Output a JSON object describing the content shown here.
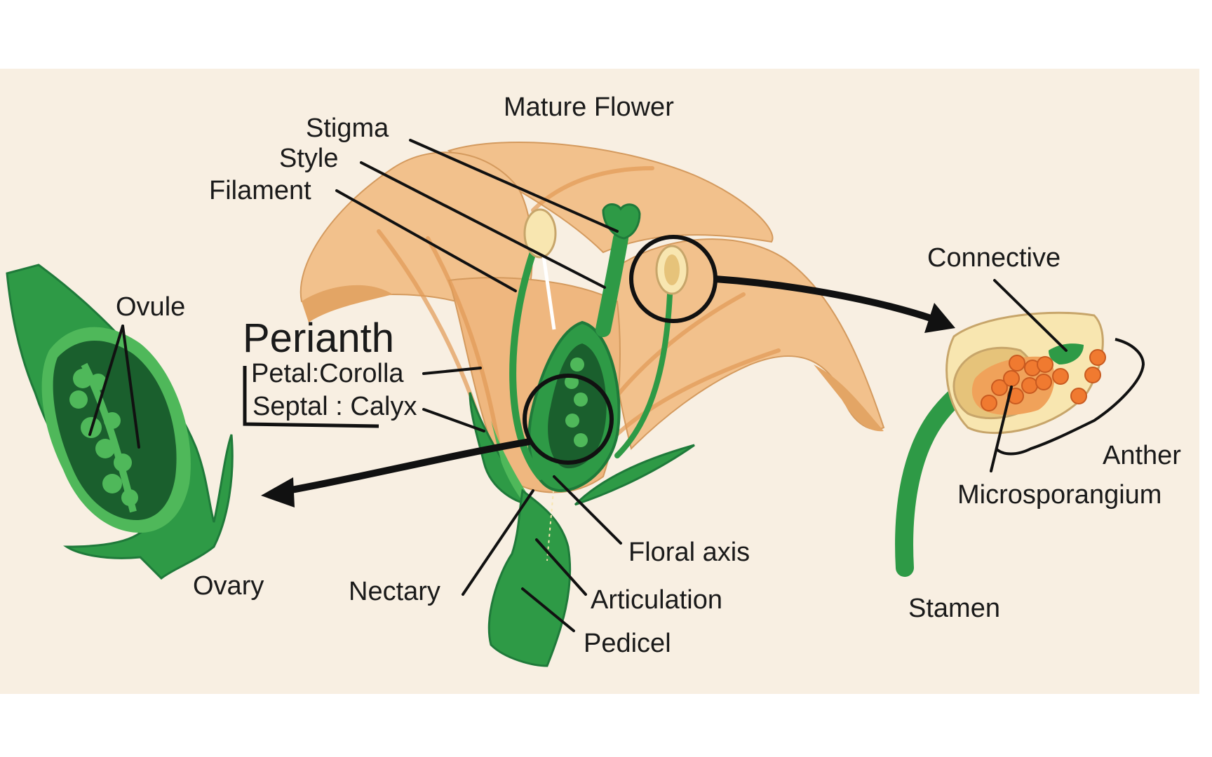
{
  "colors": {
    "background": "#f8efe2",
    "page": "#ffffff",
    "petal": "#f2c18c",
    "petal_dark": "#e3a565",
    "green_dark": "#1f7a3a",
    "green_light": "#4fb85a",
    "green_mid": "#2e9a46",
    "pollen": "#f07a30",
    "anther_cream": "#f8e6b0",
    "line": "#111111"
  },
  "labels": {
    "title": "Mature Flower",
    "stigma": "Stigma",
    "style": "Style",
    "filament": "Filament",
    "ovule": "Ovule",
    "perianth": "Perianth",
    "petal_corolla": "Petal:Corolla",
    "septal_calyx": "Septal : Calyx",
    "ovary": "Ovary",
    "nectary": "Nectary",
    "floral_axis": "Floral axis",
    "articulation": "Articulation",
    "pedicel": "Pedicel",
    "connective": "Connective",
    "anther": "Anther",
    "microsporangium": "Microsporangium",
    "stamen": "Stamen"
  }
}
